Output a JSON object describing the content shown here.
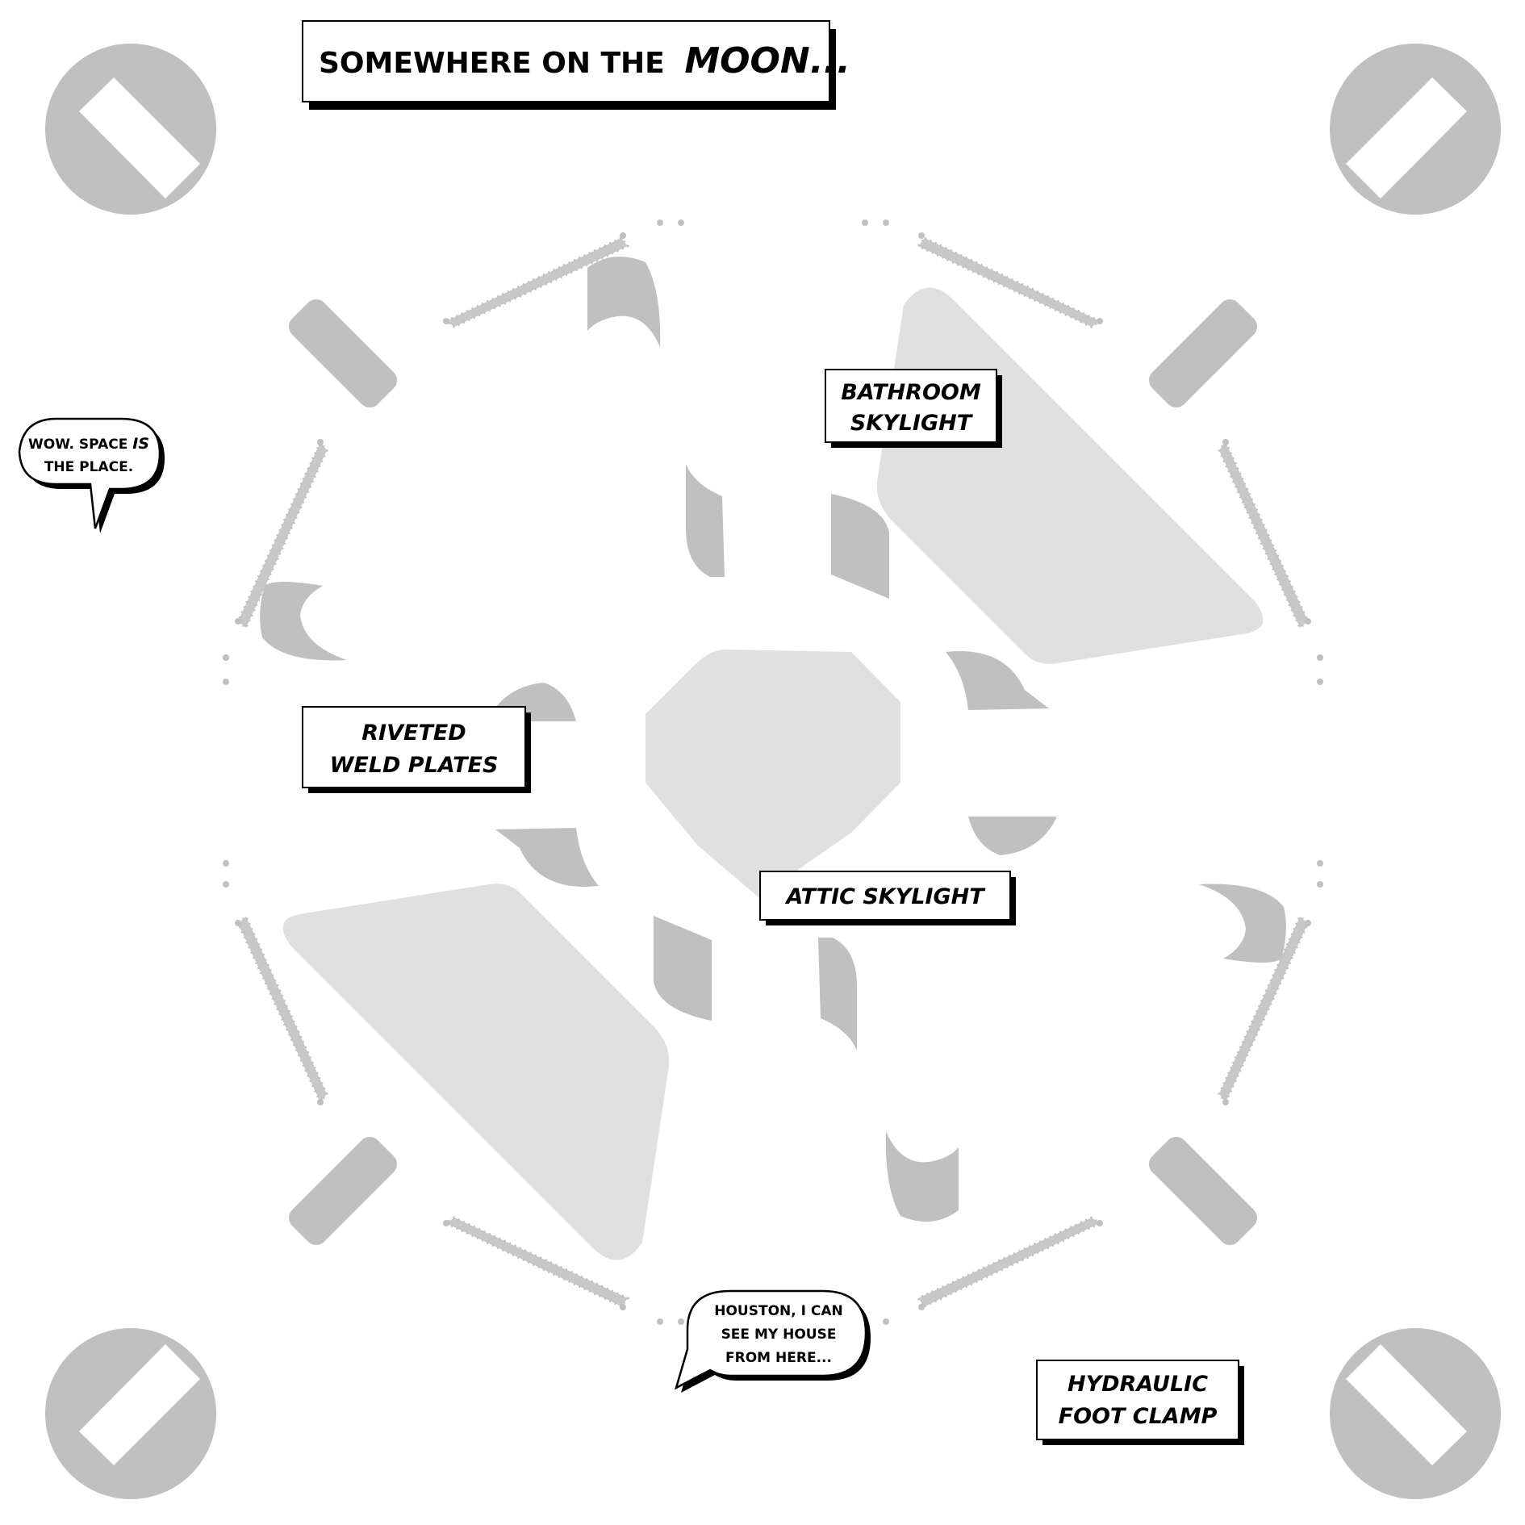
{
  "title_box": {
    "lead": "SOMEWHERE ON THE",
    "emphasis": "MOON..."
  },
  "labels": {
    "bathroom": [
      "BATHROOM",
      "SKYLIGHT"
    ],
    "riveted": [
      "RIVETED",
      "WELD PLATES"
    ],
    "attic": "ATTIC SKYLIGHT",
    "hydraulic": [
      "HYDRAULIC",
      "FOOT CLAMP"
    ]
  },
  "bubbles": {
    "space": {
      "line1_a": "WOW. SPACE",
      "line1_b": "IS",
      "line2": "THE PLACE."
    },
    "houston": [
      "HOUSTON, I CAN",
      "SEE MY HOUSE",
      "FROM HERE..."
    ]
  },
  "colors": {
    "part_dark": "#c0c0c0",
    "part_light": "#e0e0e0",
    "ink": "#000000",
    "paper": "#ffffff"
  }
}
